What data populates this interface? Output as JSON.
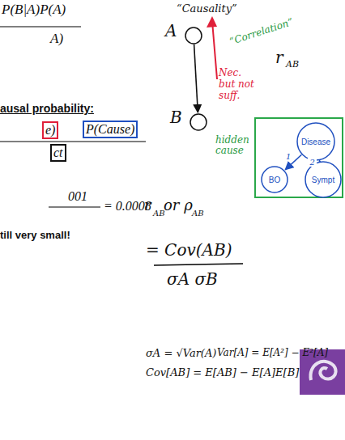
{
  "diagram": {
    "nodes": [
      {
        "text": [
          "A"
        ]
      },
      {
        "text": [
          "B"
        ]
      },
      {
        "text": [
          "hidden cause"
        ]
      },
      {
        "text": [
          "Disease"
        ],
        "in": 2
      },
      {
        "text": [
          "BO"
        ],
        "in": 2
      },
      {
        "text": [
          "Sympt"
        ],
        "in": 2
      }
    ],
    "edges": [
      {
        "from": 0,
        "to": 1,
        "arrow": "to"
      },
      {
        "from": 3,
        "to": 4,
        "label": "1",
        "arrow": "to"
      },
      {
        "from": 3,
        "to": 5,
        "label": "2",
        "arrow": "to"
      }
    ],
    "labels": [
      "P(B|A)P(A)",
      "A)",
      "ausal probability:",
      "e)",
      "P(Cause)",
      "ct",
      "001",
      "= 0.0008",
      "till very small!",
      "“Causality”",
      "“Correlation”",
      "Nec. but not suff.",
      "r",
      "AB",
      "r",
      "AB",
      "or ρ",
      "AB",
      "= Cov(AB)",
      "σA σB",
      "σA = √Var(A)",
      "Var[A] = E[A²] − E²[A]",
      "Cov[AB] = E[AB] − E[A]E[B]"
    ]
  }
}
